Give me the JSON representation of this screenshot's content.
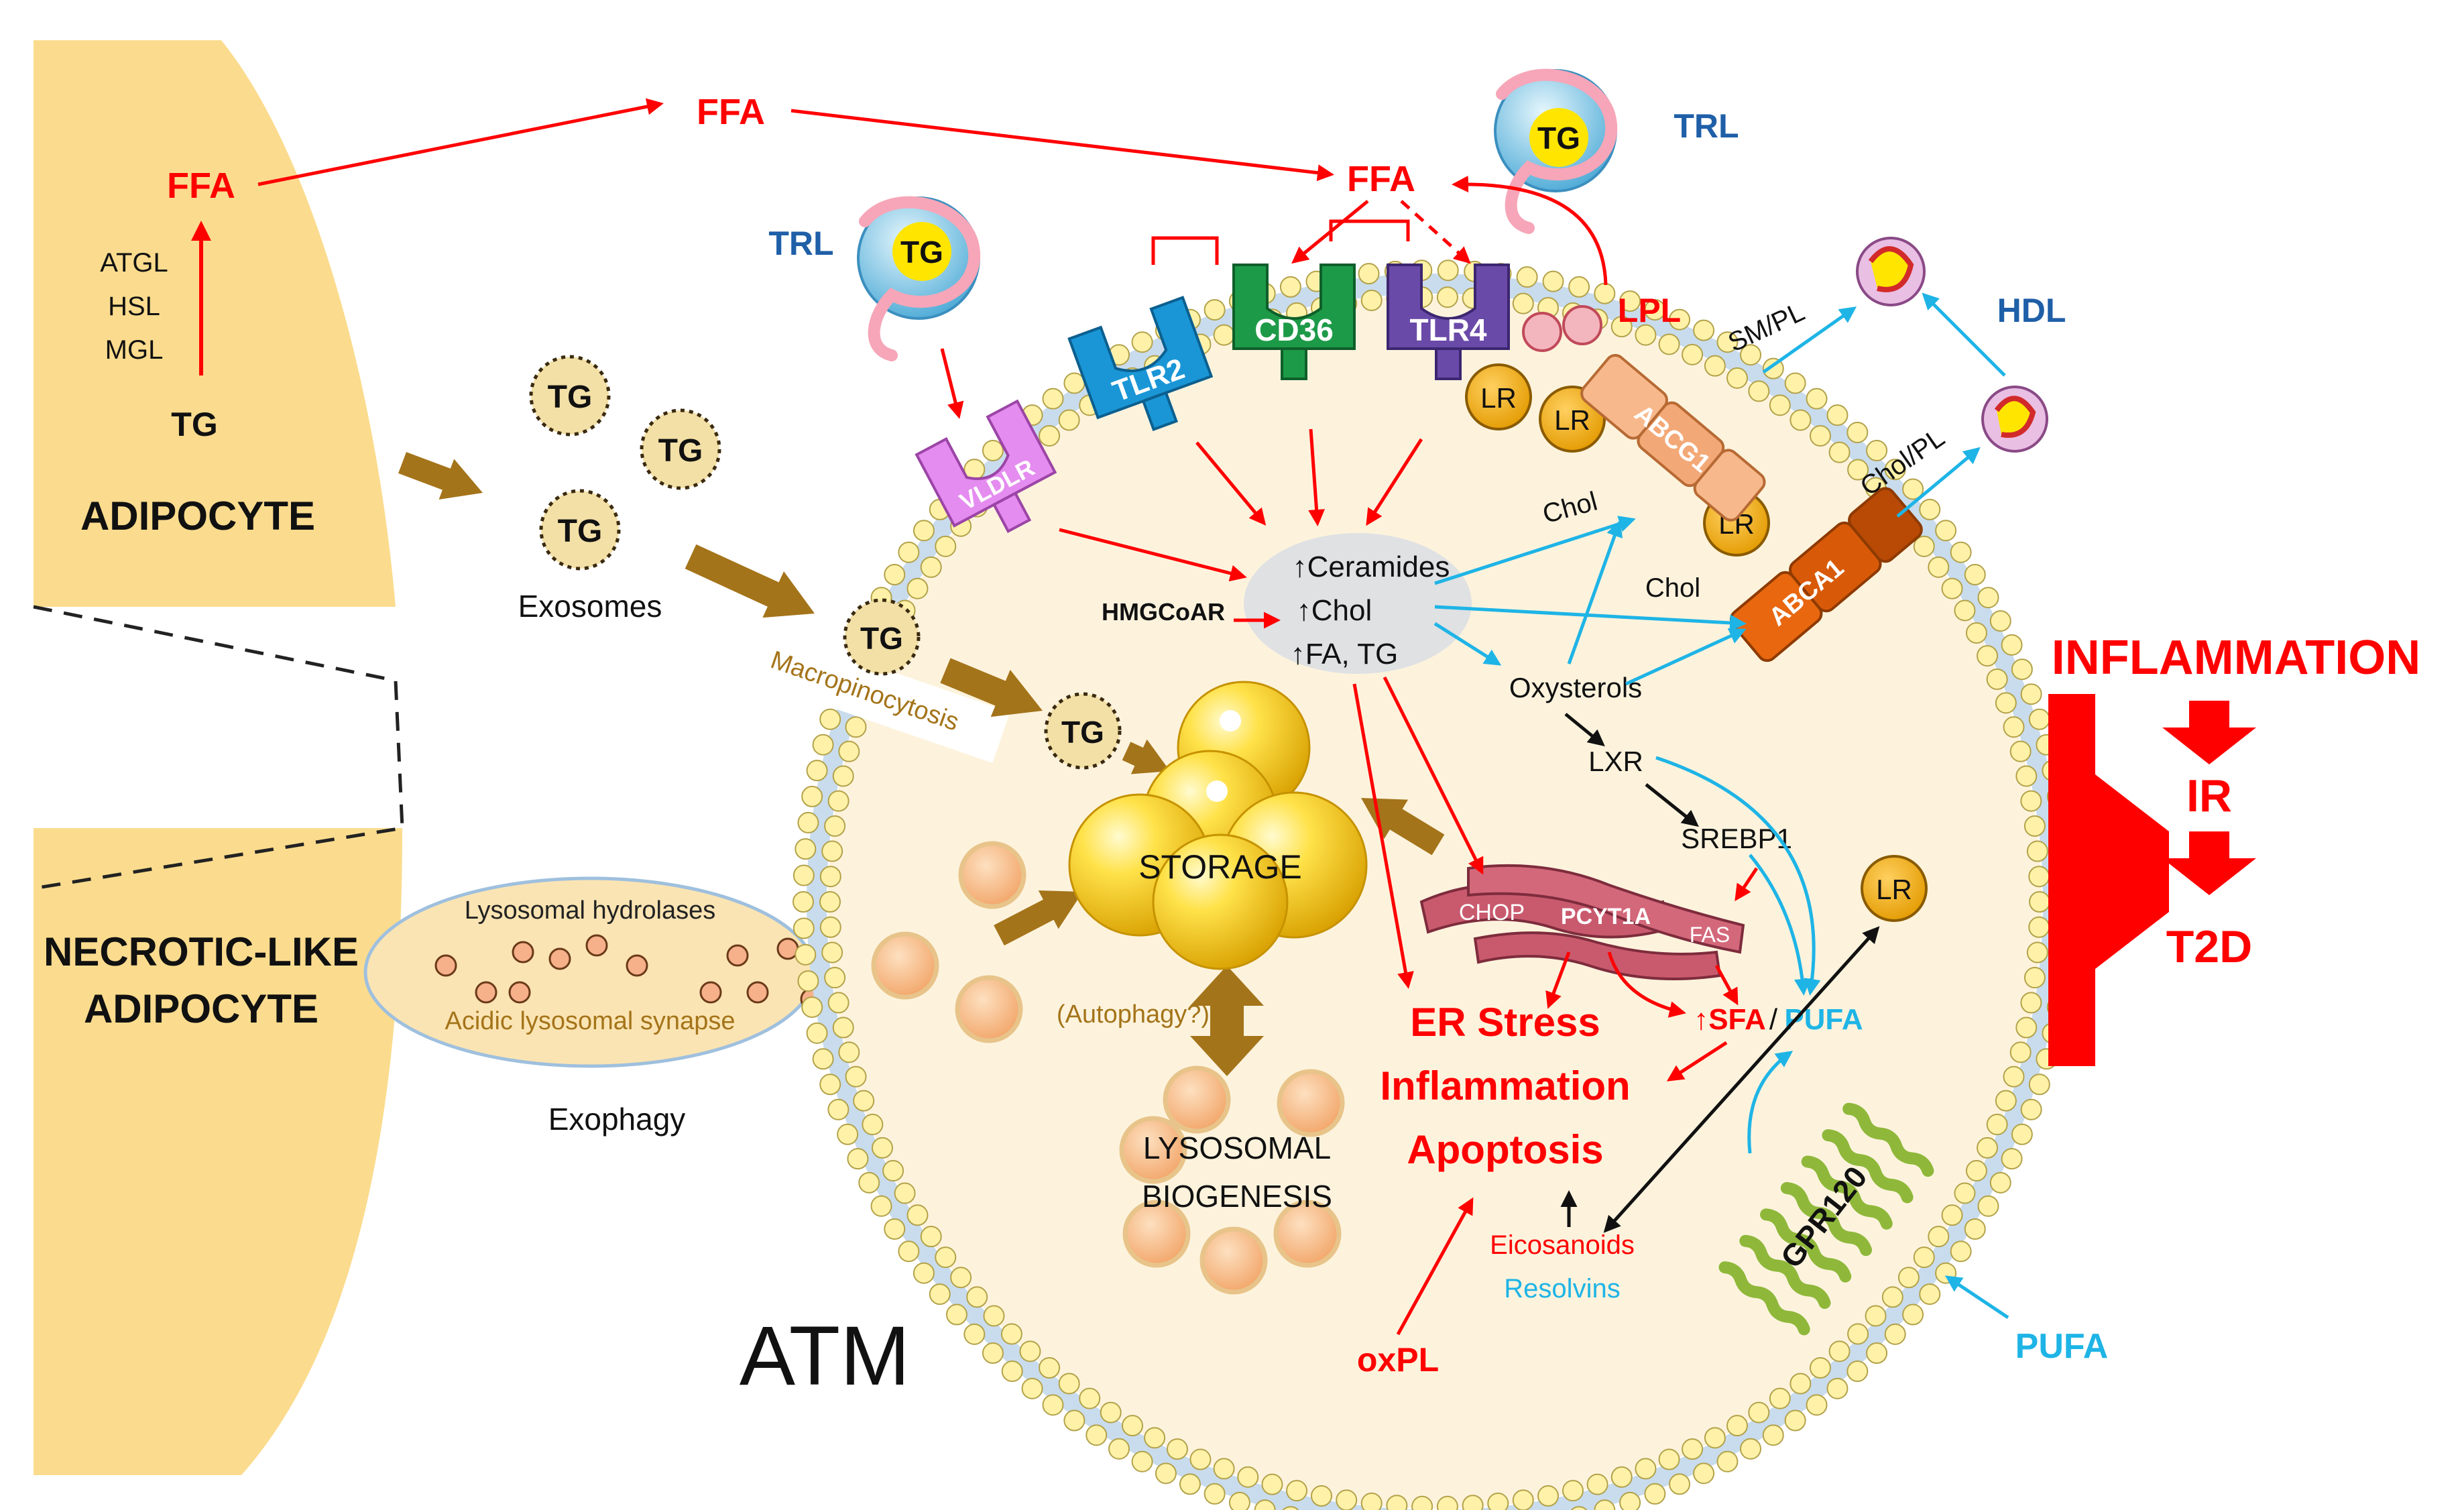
{
  "adipocyte": {
    "label": "ADIPOCYTE",
    "ffa": "FFA",
    "enzymes": [
      "ATGL",
      "HSL",
      "MGL"
    ],
    "tg": "TG"
  },
  "necrotic": {
    "label_line1": "NECROTIC-LIKE",
    "label_line2": "ADIPOCYTE",
    "hydrolases": "Lysosomal hydrolases",
    "synapse": "Acidic lysosomal synapse",
    "exophagy": "Exophagy"
  },
  "extracellular": {
    "ffa_top": "FFA",
    "ffa_mid": "FFA",
    "trl_left": "TRL",
    "trl_right": "TRL",
    "tg": "TG",
    "exosomes": "Exosomes",
    "macropinocytosis": "Macropinocytosis",
    "hdl": "HDL",
    "sm_pl": "SM/PL",
    "chol_pl": "Chol/PL",
    "pufa": "PUFA"
  },
  "receptors": {
    "vldlr": "VLDLR",
    "tlr2": "TLR2",
    "cd36": "CD36",
    "tlr4": "TLR4",
    "lpl": "LPL",
    "abcg1": "ABCG1",
    "abca1": "ABCA1",
    "lr": "LR",
    "gpr120": "GPR120"
  },
  "cell": {
    "label": "ATM",
    "ceramides": "↑Ceramides",
    "chol": "↑Chol",
    "fa_tg": "↑FA, TG",
    "hmgcoar": "HMGCoAR",
    "chol_label_1": "Chol",
    "chol_label_2": "Chol",
    "oxysterols": "Oxysterols",
    "lxr": "LXR",
    "srebp1": "SREBP1",
    "storage": "STORAGE",
    "autophagy": "(Autophagy?)",
    "lyso_line1": "LYSOSOMAL",
    "lyso_line2": "BIOGENESIS",
    "chop": "CHOP",
    "pcyt1a": "PCYT1A",
    "fas": "FAS",
    "sfa": "↑SFA",
    "slash": "/",
    "pufa": "PUFA",
    "er_stress": "ER Stress",
    "inflammation": "Inflammation",
    "apoptosis": "Apoptosis",
    "eicosanoids": "Eicosanoids",
    "resolvins": "Resolvins",
    "oxpl": "oxPL"
  },
  "outcome": {
    "inflammation": "INFLAMMATION",
    "ir": "IR",
    "t2d": "T2D"
  },
  "colors": {
    "red": "#ff0000",
    "blue": "#1f5fa8",
    "cyan": "#1eb4e6",
    "brown": "#a4741a",
    "adipocyte": "#fbdc8e",
    "cytoplasm": "#fdf3dd"
  }
}
